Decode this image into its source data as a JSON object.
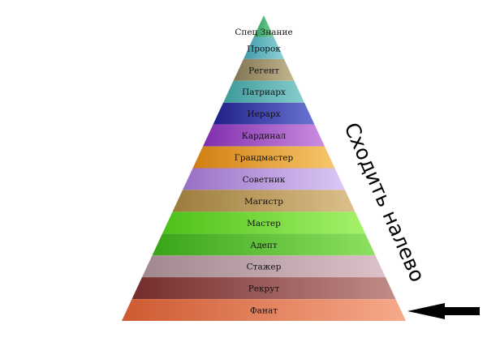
{
  "tiers": [
    {
      "label": "Спец Знание",
      "dark": "#2f9a5c",
      "light": "#7ccf98"
    },
    {
      "label": "Пророк",
      "dark": "#3e9aa8",
      "light": "#8fd2d8"
    },
    {
      "label": "Регент",
      "dark": "#817554",
      "light": "#c2b68e"
    },
    {
      "label": "Патриарх",
      "dark": "#3e9a9a",
      "light": "#88cccc"
    },
    {
      "label": "Иерарх",
      "dark": "#1f1f88",
      "light": "#6a74d2"
    },
    {
      "label": "Кардинал",
      "dark": "#7f2eac",
      "light": "#cb8ce0"
    },
    {
      "label": "Грандмастер",
      "dark": "#d17e10",
      "light": "#f7c66b"
    },
    {
      "label": "Советник",
      "dark": "#9870c4",
      "light": "#dcc8f6"
    },
    {
      "label": "Магистр",
      "dark": "#9c7c3c",
      "light": "#dcc08c"
    },
    {
      "label": "Мастер",
      "dark": "#4cc018",
      "light": "#a6f26a"
    },
    {
      "label": "Адепт",
      "dark": "#38a418",
      "light": "#8ee060"
    },
    {
      "label": "Стажер",
      "dark": "#a0888e",
      "light": "#dcc2c8"
    },
    {
      "label": "Рекрут",
      "dark": "#742c2c",
      "light": "#c08c88"
    },
    {
      "label": "Фанат",
      "dark": "#ce5a30",
      "light": "#f6aa8c"
    }
  ],
  "side_text": "Сходить налево",
  "arrow_icon": "arrow-left-icon",
  "arrow_color": "#000000"
}
